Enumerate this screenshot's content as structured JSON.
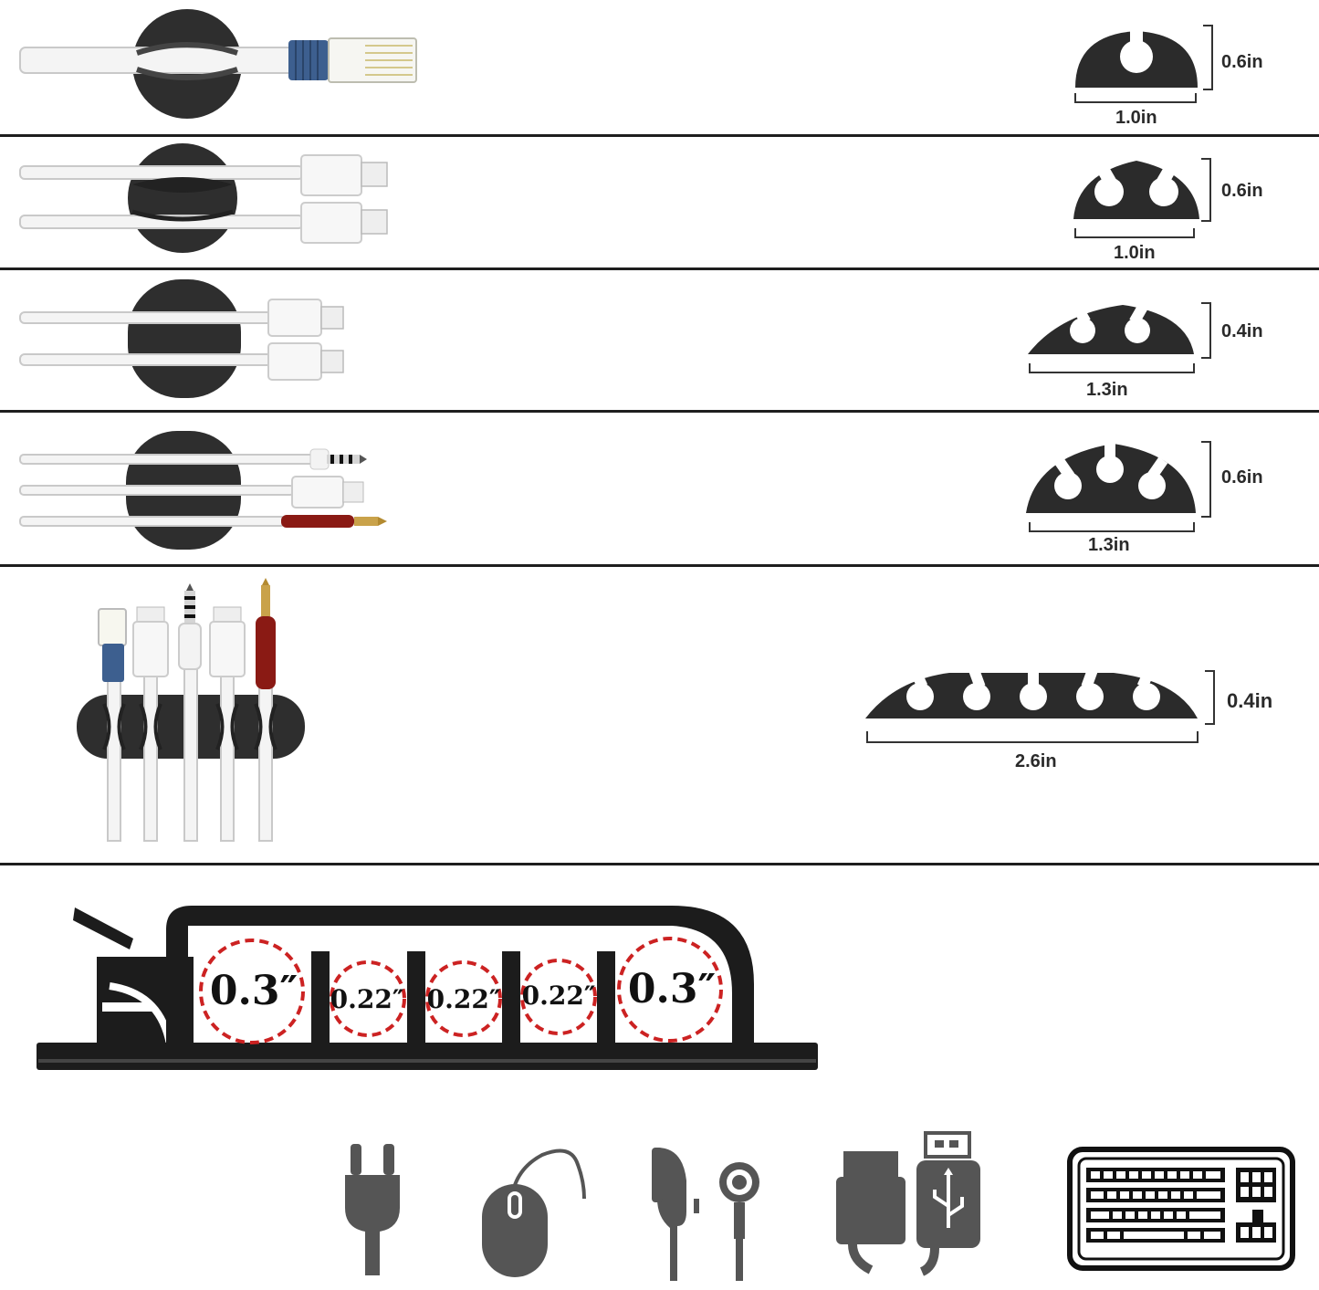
{
  "rows": [
    {
      "id": "single-slot-clip",
      "width_label": "1.0in",
      "height_label": "0.6in"
    },
    {
      "id": "double-slot-clip",
      "width_label": "1.0in",
      "height_label": "0.6in"
    },
    {
      "id": "double-slot-flat-clip",
      "width_label": "1.3in",
      "height_label": "0.4in"
    },
    {
      "id": "triple-slot-clip",
      "width_label": "1.3in",
      "height_label": "0.6in"
    },
    {
      "id": "five-slot-clip",
      "width_label": "2.6in",
      "height_label": "0.4in"
    }
  ],
  "organizer": {
    "slot_labels": [
      "0.3″",
      "0.22″",
      "0.22″",
      "0.22″",
      "0.3″"
    ],
    "circle_color": "#cc2222",
    "body_color": "#1c1c1c"
  },
  "device_icons": [
    "power-plug-icon",
    "mouse-icon",
    "earphones-icon",
    "usb-cable-icon",
    "keyboard-icon"
  ],
  "colors": {
    "clip": "#2b2b2b",
    "icon": "#555555",
    "rj45_boot": "#3d5f8f",
    "jack_red": "#8a1a14"
  }
}
